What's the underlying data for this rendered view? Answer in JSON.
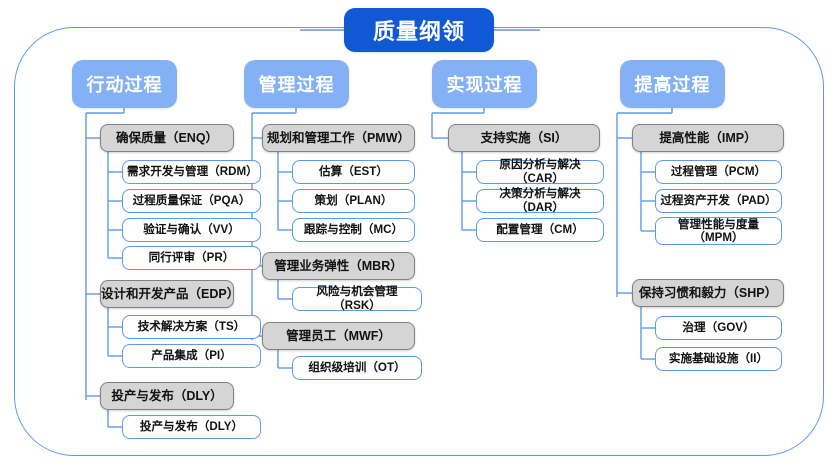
{
  "title": "质量纲领",
  "colors": {
    "title_blue": "#1158D4",
    "header_blue": "#84B0F5",
    "group_gray": "#D5D5D5",
    "group_border": "#808080",
    "leaf_border": "#5B9BE8",
    "frame_border": "#5B9BE8",
    "text_dark": "#111111",
    "text_white": "#FFFFFF"
  },
  "columns": [
    {
      "header": "行动过程",
      "groups": [
        {
          "label": "确保质量（ENQ）",
          "items": [
            "需求开发与管理（RDM）",
            "过程质量保证（PQA）",
            "验证与确认（VV）",
            "同行评审（PR）"
          ]
        },
        {
          "label": "设计和开发产品（EDP）",
          "items": [
            "技术解决方案（TS）",
            "产品集成（PI）"
          ]
        },
        {
          "label": "投产与发布（DLY）",
          "items": [
            "投产与发布（DLY）"
          ]
        }
      ]
    },
    {
      "header": "管理过程",
      "groups": [
        {
          "label": "规划和管理工作（PMW）",
          "items": [
            "估算（EST）",
            "策划（PLAN）",
            "跟踪与控制（MC）"
          ]
        },
        {
          "label": "管理业务弹性（MBR）",
          "items": [
            "风险与机会管理（RSK）"
          ]
        },
        {
          "label": "管理员工（MWF）",
          "items": [
            "组织级培训（OT）"
          ]
        }
      ]
    },
    {
      "header": "实现过程",
      "groups": [
        {
          "label": "支持实施（SI）",
          "items": [
            "原因分析与解决（CAR）",
            "决策分析与解决（DAR）",
            "配置管理（CM）"
          ]
        }
      ]
    },
    {
      "header": "提高过程",
      "groups": [
        {
          "label": "提高性能（IMP）",
          "items": [
            "过程管理（PCM）",
            "过程资产开发（PAD）",
            "管理性能与度量\n（MPM）"
          ]
        },
        {
          "label": "保持习惯和毅力（SHP）",
          "items": [
            "治理（GOV）",
            "实施基础设施（II）"
          ]
        }
      ]
    }
  ]
}
